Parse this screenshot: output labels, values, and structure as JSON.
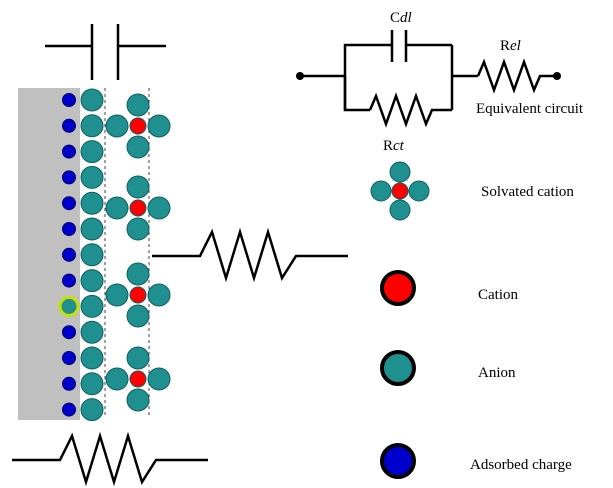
{
  "circuit": {
    "cdl": {
      "prefix": "C",
      "italic": "dl"
    },
    "rel": {
      "prefix": "R",
      "italic": "el"
    },
    "rct": {
      "prefix": "R",
      "italic": "ct"
    },
    "caption": "Equivalent circuit"
  },
  "legend": {
    "solvated_cation": "Solvated cation",
    "cation": "Cation",
    "anion": "Anion",
    "adsorbed_charge": "Adsorbed charge"
  },
  "colors": {
    "electrode": "#c0c0c0",
    "anion_fill": "#1f8f8f",
    "anion_stroke": "#0f5f5f",
    "cation_fill": "#ff0000",
    "charge_fill": "#0000cc",
    "charge_stroke": "#000066",
    "highlight_stroke": "#c8e000"
  }
}
